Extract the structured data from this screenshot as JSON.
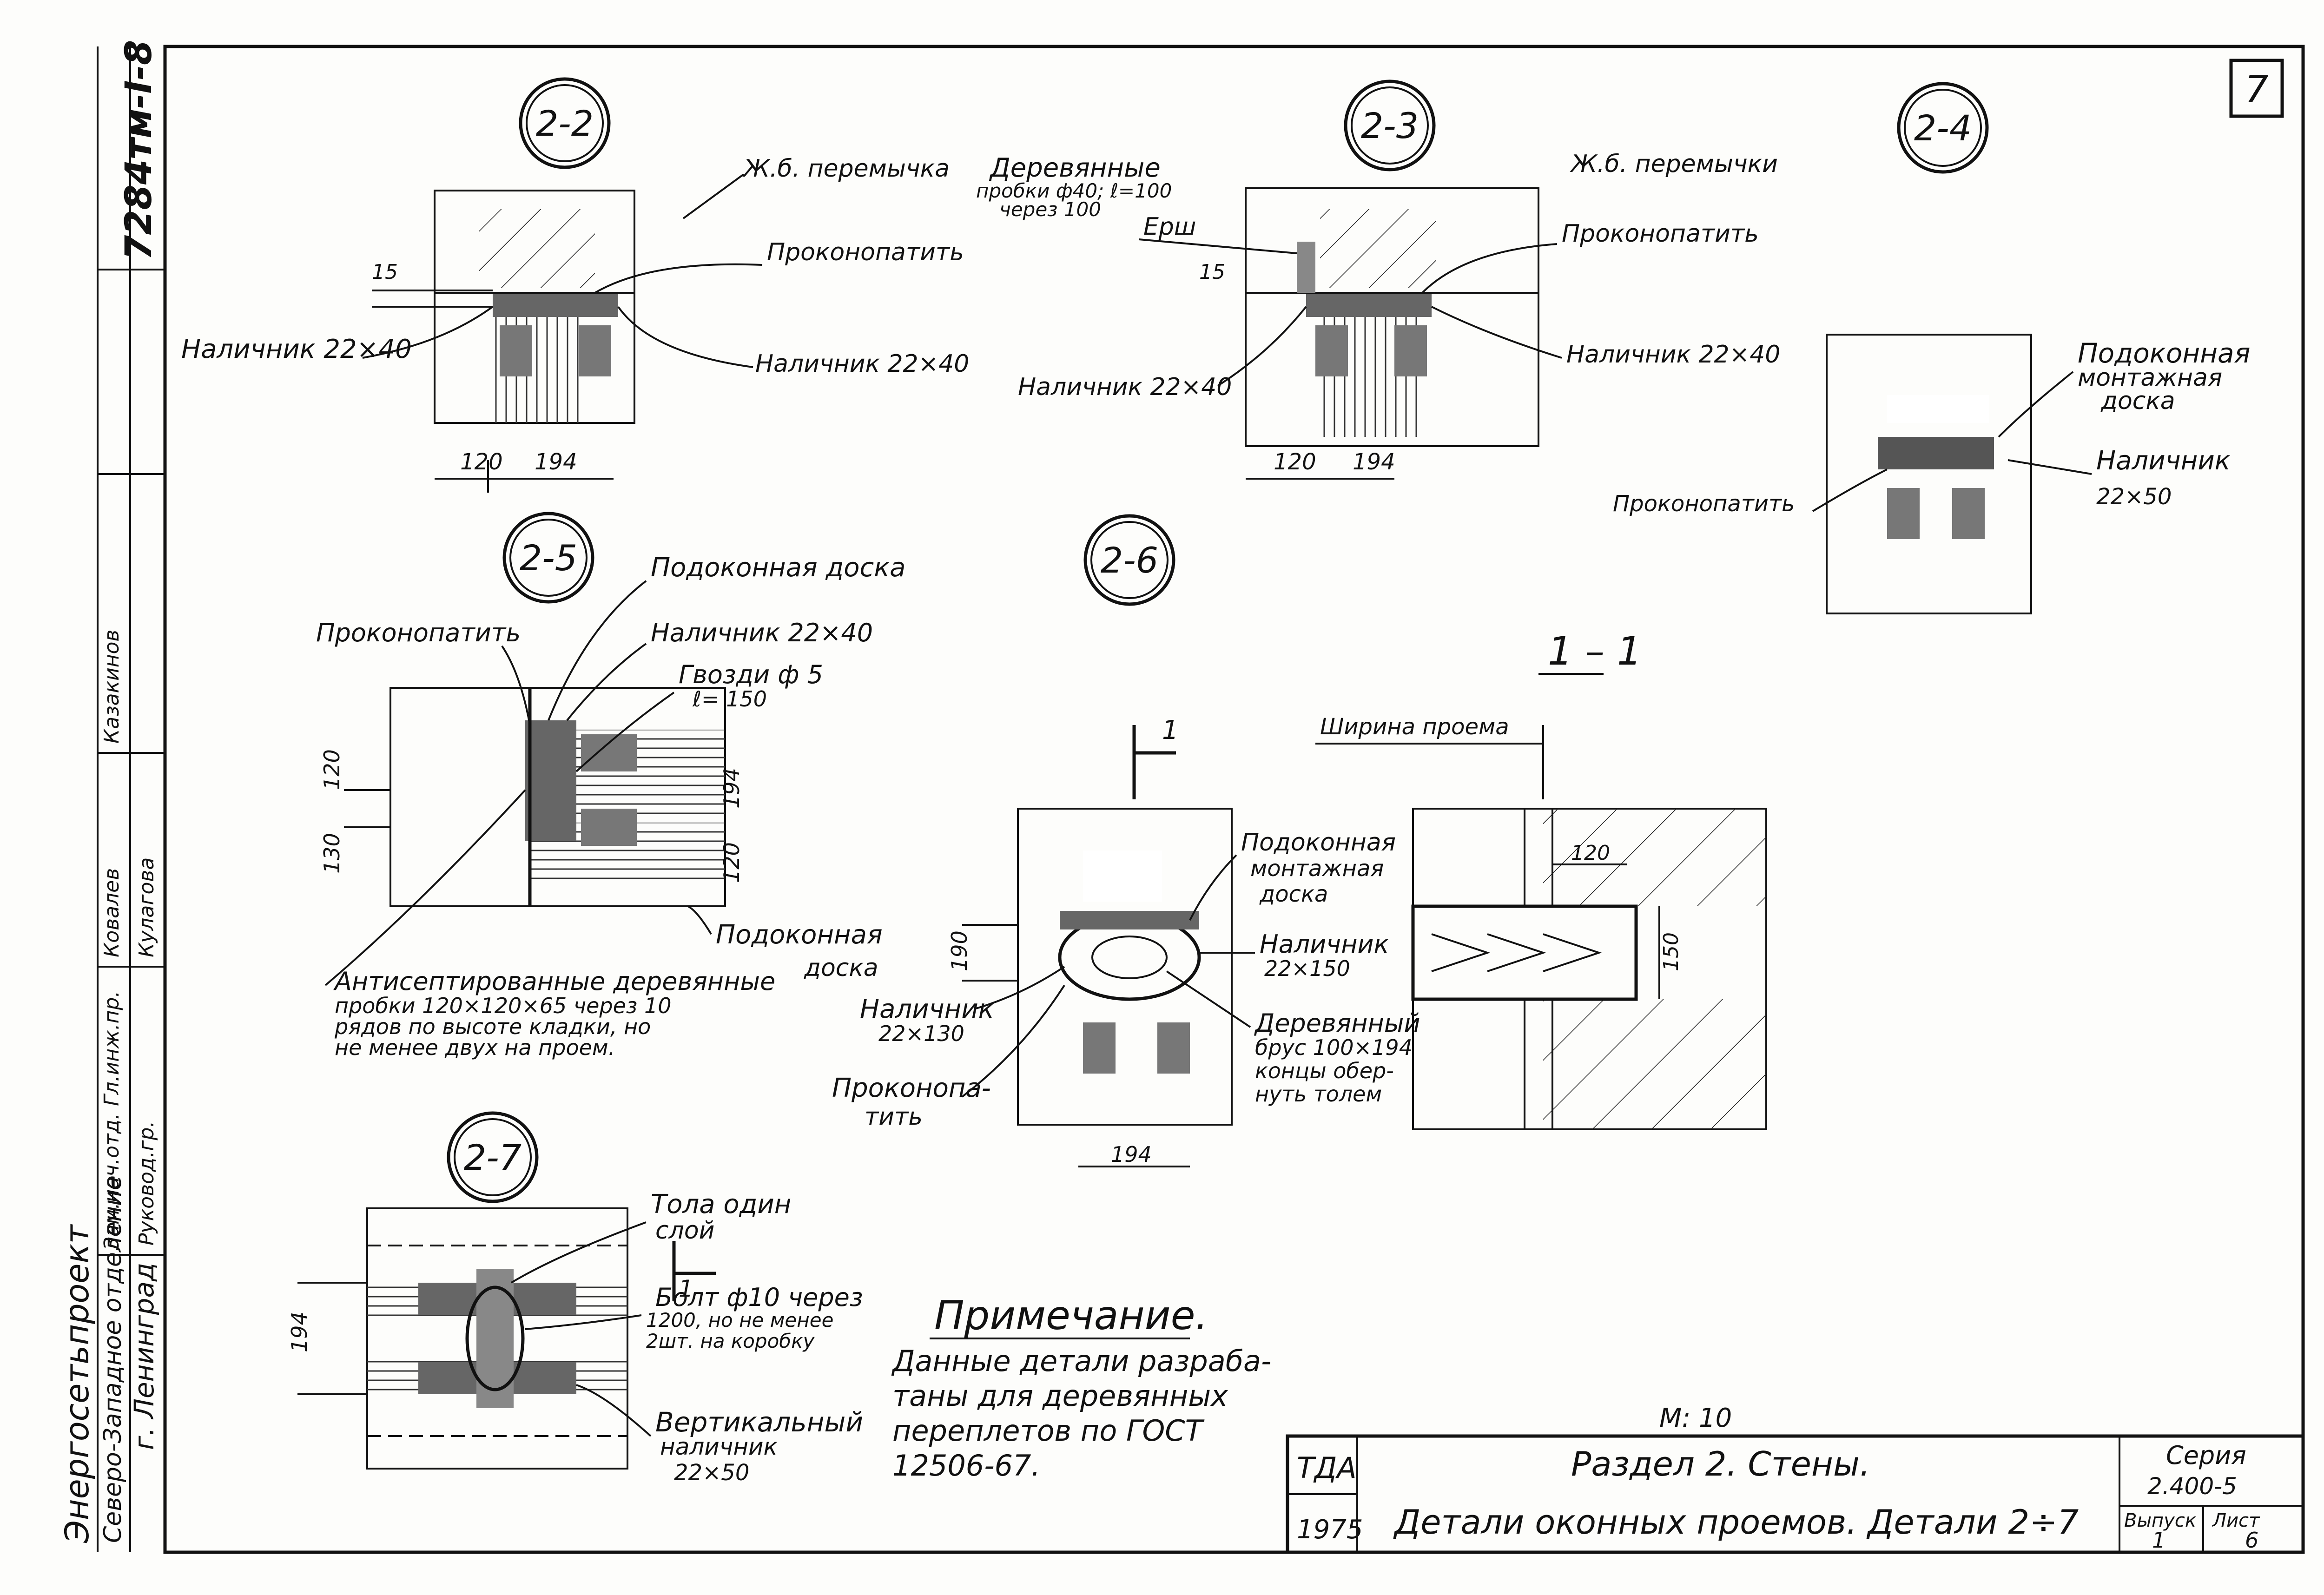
{
  "sheet_number": "7",
  "side_stamp": {
    "code": "7284тм-I-8",
    "org": "Энергосетьпроект",
    "branch": "Северо-Западное отделение",
    "city": "г. Ленинград",
    "role1": "Зам.нач.отд.",
    "name1": "Казакинов",
    "role2": "Гл.инж.пр.",
    "name2": "Ковалев",
    "role3": "Руковод.гр.",
    "name3": "Кулагова"
  },
  "details": {
    "d22": {
      "label": "2-2",
      "lintel": "Ж.б. перемычка",
      "caulk": "Проконопатить",
      "casing_left": "Наличник 22×40",
      "casing_right": "Наличник 22×40",
      "dim_15": "15",
      "dim_120": "120",
      "dim_194": "194"
    },
    "d23": {
      "label": "2-3",
      "plugs_l1": "Деревянные",
      "plugs_l2": "пробки ф40; ℓ=100",
      "plugs_l3": "через 100",
      "ruff": "Ерш",
      "lintel": "Ж.б. перемычки",
      "caulk": "Проконопатить",
      "casing_left": "Наличник 22×40",
      "casing_right": "Наличник 22×40",
      "dim_15": "15",
      "dim_120": "120",
      "dim_194": "194"
    },
    "d24": {
      "label": "2-4",
      "sill_l1": "Подоконная",
      "sill_l2": "монтажная",
      "sill_l3": "доска",
      "casing_l1": "Наличник",
      "casing_l2": "22×50",
      "caulk": "Проконопатить"
    },
    "d25": {
      "label": "2-5",
      "sill_board": "Подоконная доска",
      "casing": "Наличник 22×40",
      "caulk": "Проконопатить",
      "nails_l1": "Гвозди ф 5",
      "nails_l2": "ℓ= 150",
      "sill_l1": "Подоконная",
      "sill_l2": "доска",
      "antiseptic_l1": "Антисептированные деревянные",
      "antiseptic_l2": "пробки 120×120×65 через 10",
      "antiseptic_l3": "рядов по высоте кладки, но",
      "antiseptic_l4": "не менее двух на проем.",
      "dim_120": "120",
      "dim_130": "130",
      "dim_194": "194",
      "dim_120b": "120"
    },
    "d26": {
      "label": "2-6",
      "sill_l1": "Подоконная",
      "sill_l2": "монтажная",
      "sill_l3": "доска",
      "casing_r_l1": "Наличник",
      "casing_r_l2": "22×150",
      "casing_l_l1": "Наличник",
      "casing_l_l2": "22×130",
      "beam_l1": "Деревянный",
      "beam_l2": "брус 100×194",
      "beam_l3": "концы обер-",
      "beam_l4": "нуть толем",
      "caulk_l1": "Проконопа-",
      "caulk_l2": "тить",
      "dim_190": "190",
      "dim_194": "194",
      "cut_mark": "1"
    },
    "s11": {
      "label": "1 – 1",
      "opening_width": "Ширина проема",
      "dim_120": "120",
      "dim_150": "150"
    },
    "d27": {
      "label": "2-7",
      "roofing_l1": "Тола один",
      "roofing_l2": "слой",
      "bolt_l1": "Болт ф10 через",
      "bolt_l2": "1200, но не менее",
      "bolt_l3": "2шт. на коробку",
      "vert_l1": "Вертикальный",
      "vert_l2": "наличник",
      "vert_l3": "22×50",
      "dim_194": "194",
      "cut_mark": "1"
    }
  },
  "note": {
    "title": "Примечание.",
    "l1": "Данные детали разраба-",
    "l2": "таны для деревянных",
    "l3": "переплетов по ГОСТ",
    "l4": "12506-67."
  },
  "title_block": {
    "scale": "М: 10",
    "org": "ТДА",
    "year": "1975",
    "title_l1": "Раздел 2. Стены.",
    "title_l2": "Детали оконных проемов.  Детали 2÷7",
    "series_label": "Серия",
    "series_value": "2.400-5",
    "issue_label": "Выпуск",
    "issue_value": "1",
    "sheet_label": "Лист",
    "sheet_value": "6"
  }
}
